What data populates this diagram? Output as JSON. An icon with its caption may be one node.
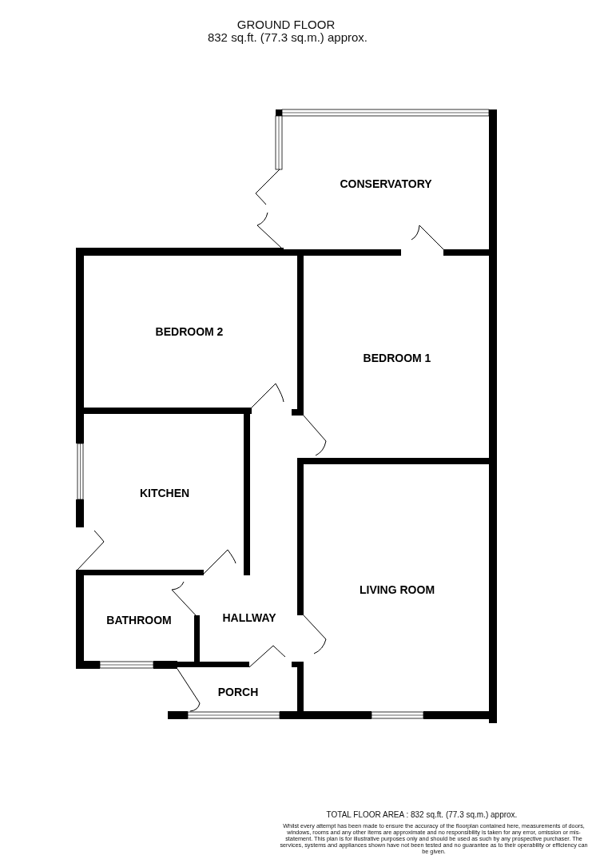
{
  "diagram": {
    "title": "GROUND FLOOR",
    "nodes": [
      {
        "text": [
          "CONSERVATORY"
        ]
      },
      {
        "text": [
          "BEDROOM 2"
        ]
      },
      {
        "text": [
          "BEDROOM 1"
        ]
      },
      {
        "text": [
          "KITCHEN"
        ]
      },
      {
        "text": [
          "LIVING ROOM"
        ]
      },
      {
        "text": [
          "BATHROOM"
        ]
      },
      {
        "text": [
          "HALLWAY"
        ]
      },
      {
        "text": [
          "PORCH"
        ]
      }
    ],
    "labels": [
      "832 sq.ft. (77.3 sq.m.) approx.",
      "TOTAL FLOOR AREA : 832 sq.ft. (77.3 sq.m.) approx.",
      "Whilst every attempt has been made to ensure the accuracy of the floorplan contained here, measurements of doors, windows, rooms and any other items are approximate and no responsibility is taken for any error, omission or mis-statement. This plan is for illustrative purposes only and should be used as such by any prospective purchaser. The services, systems and appliances shown have not been tested and no guarantee as to their operability or efficiency can be given."
    ]
  }
}
